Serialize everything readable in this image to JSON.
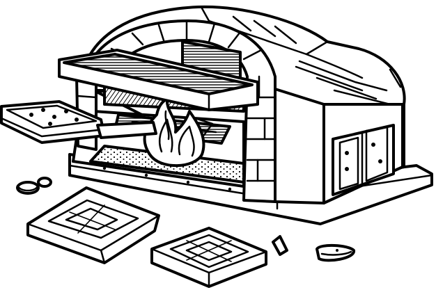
{
  "scene": {
    "subject": "wood-fired-oven-line-art",
    "style": "black-and-white-coloring-page",
    "colors": {
      "ink": "#000000",
      "paper": "#ffffff"
    },
    "objects": [
      "oven-body",
      "stone-arch",
      "open-door-panel",
      "fire",
      "ash-bed",
      "side-compartment",
      "pizza-peel",
      "floor-tile",
      "scattered-pebble"
    ]
  }
}
